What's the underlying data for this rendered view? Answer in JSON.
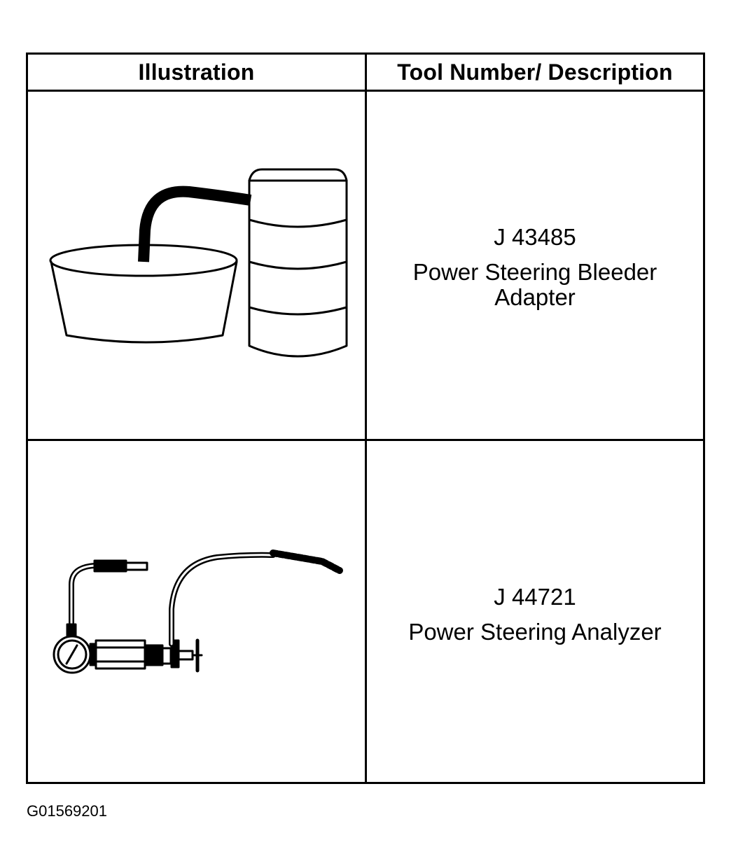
{
  "table": {
    "headers": {
      "illustration": "Illustration",
      "tool": "Tool Number/ Description"
    },
    "rows": [
      {
        "tool_number": "J 43485",
        "description": "Power Steering Bleeder Adapter",
        "illustration_icon": "bleeder-adapter-icon"
      },
      {
        "tool_number": "J 44721",
        "description": "Power Steering Analyzer",
        "illustration_icon": "analyzer-icon"
      }
    ]
  },
  "figure_code": "G01569201"
}
